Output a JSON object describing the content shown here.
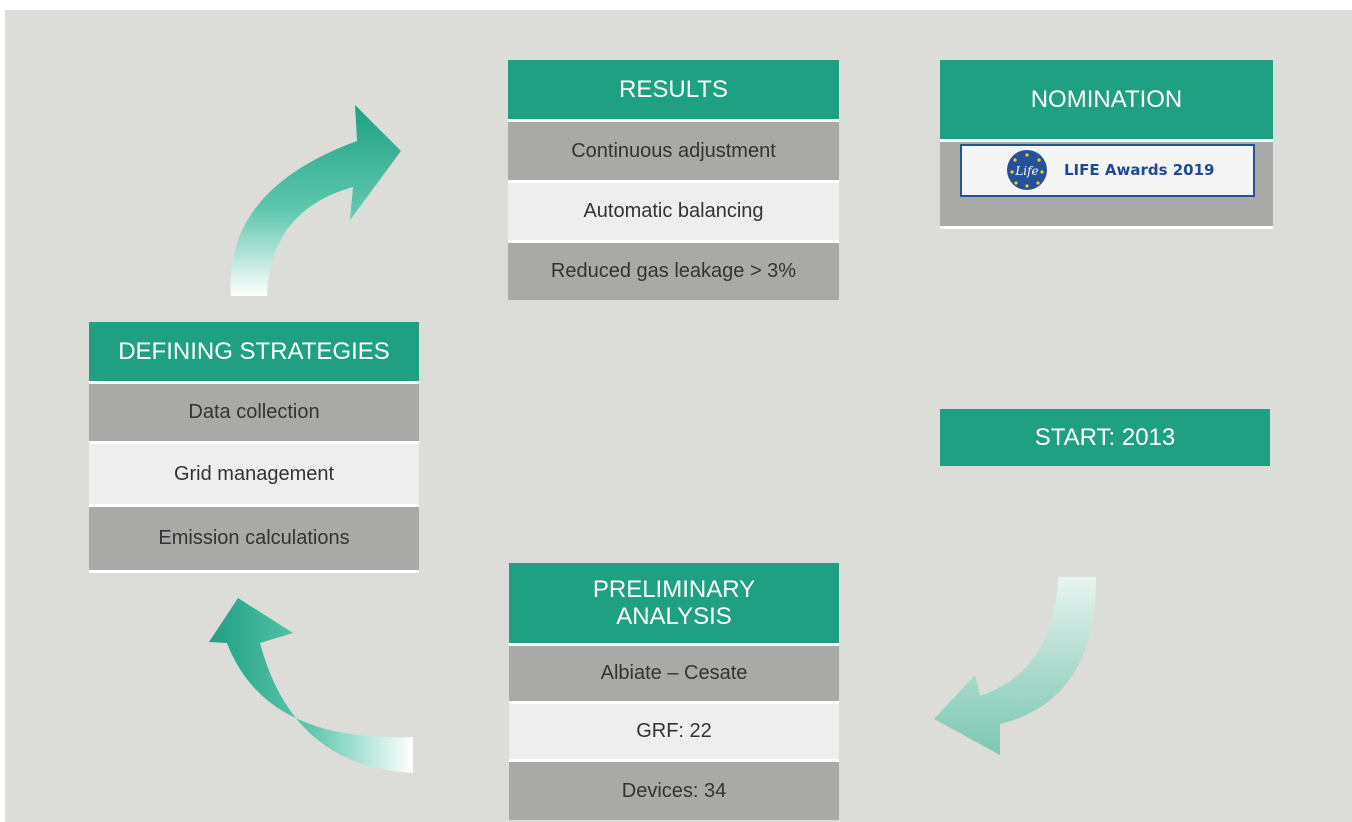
{
  "results": {
    "title": "RESULTS",
    "items": [
      "Continuous adjustment",
      "Automatic balancing",
      "Reduced gas leakage > 3%"
    ]
  },
  "nomination": {
    "title": "NOMINATION",
    "badge_text": "LIFE Awards 2019",
    "logo_text": "Life"
  },
  "strategies": {
    "title": "DEFINING STRATEGIES",
    "items": [
      "Data collection",
      "Grid management",
      "Emission calculations"
    ]
  },
  "start": {
    "label": "START: 2013"
  },
  "preliminary": {
    "title_line1": "PRELIMINARY",
    "title_line2": "ANALYSIS",
    "items": [
      "Albiate – Cesate",
      "GRF: 22",
      "Devices: 34"
    ]
  },
  "colors": {
    "header_green": "#1fa083",
    "row_dark": "#a9aaa8",
    "row_light": "#eeeeee",
    "background": "#dcdcd9",
    "badge_blue": "#1f4a95"
  },
  "icons": [
    "curved-arrow-up-right",
    "curved-arrow-down-left",
    "curved-arrow-up-left"
  ]
}
